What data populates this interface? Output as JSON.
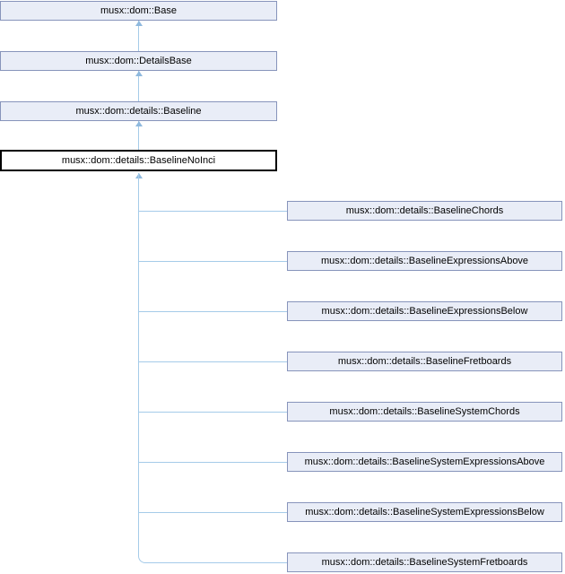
{
  "diagram_type": "class-inheritance-graph",
  "colors": {
    "node_fill": "#e9edf7",
    "node_border": "#8794bb",
    "current_node_fill": "#ffffff",
    "current_node_border": "#000000",
    "edge_line": "#a5cbe9",
    "arrowhead": "#8fb9de",
    "text": "#000000"
  },
  "inheritance_chain": [
    {
      "label": "musx::dom::Base",
      "current": false
    },
    {
      "label": "musx::dom::DetailsBase",
      "current": false
    },
    {
      "label": "musx::dom::details::Baseline",
      "current": false
    },
    {
      "label": "musx::dom::details::BaselineNoInci",
      "current": true
    }
  ],
  "derived_classes": [
    {
      "label": "musx::dom::details::BaselineChords"
    },
    {
      "label": "musx::dom::details::BaselineExpressionsAbove"
    },
    {
      "label": "musx::dom::details::BaselineExpressionsBelow"
    },
    {
      "label": "musx::dom::details::BaselineFretboards"
    },
    {
      "label": "musx::dom::details::BaselineSystemChords"
    },
    {
      "label": "musx::dom::details::BaselineSystemExpressionsAbove"
    },
    {
      "label": "musx::dom::details::BaselineSystemExpressionsBelow"
    },
    {
      "label": "musx::dom::details::BaselineSystemFretboards"
    }
  ]
}
